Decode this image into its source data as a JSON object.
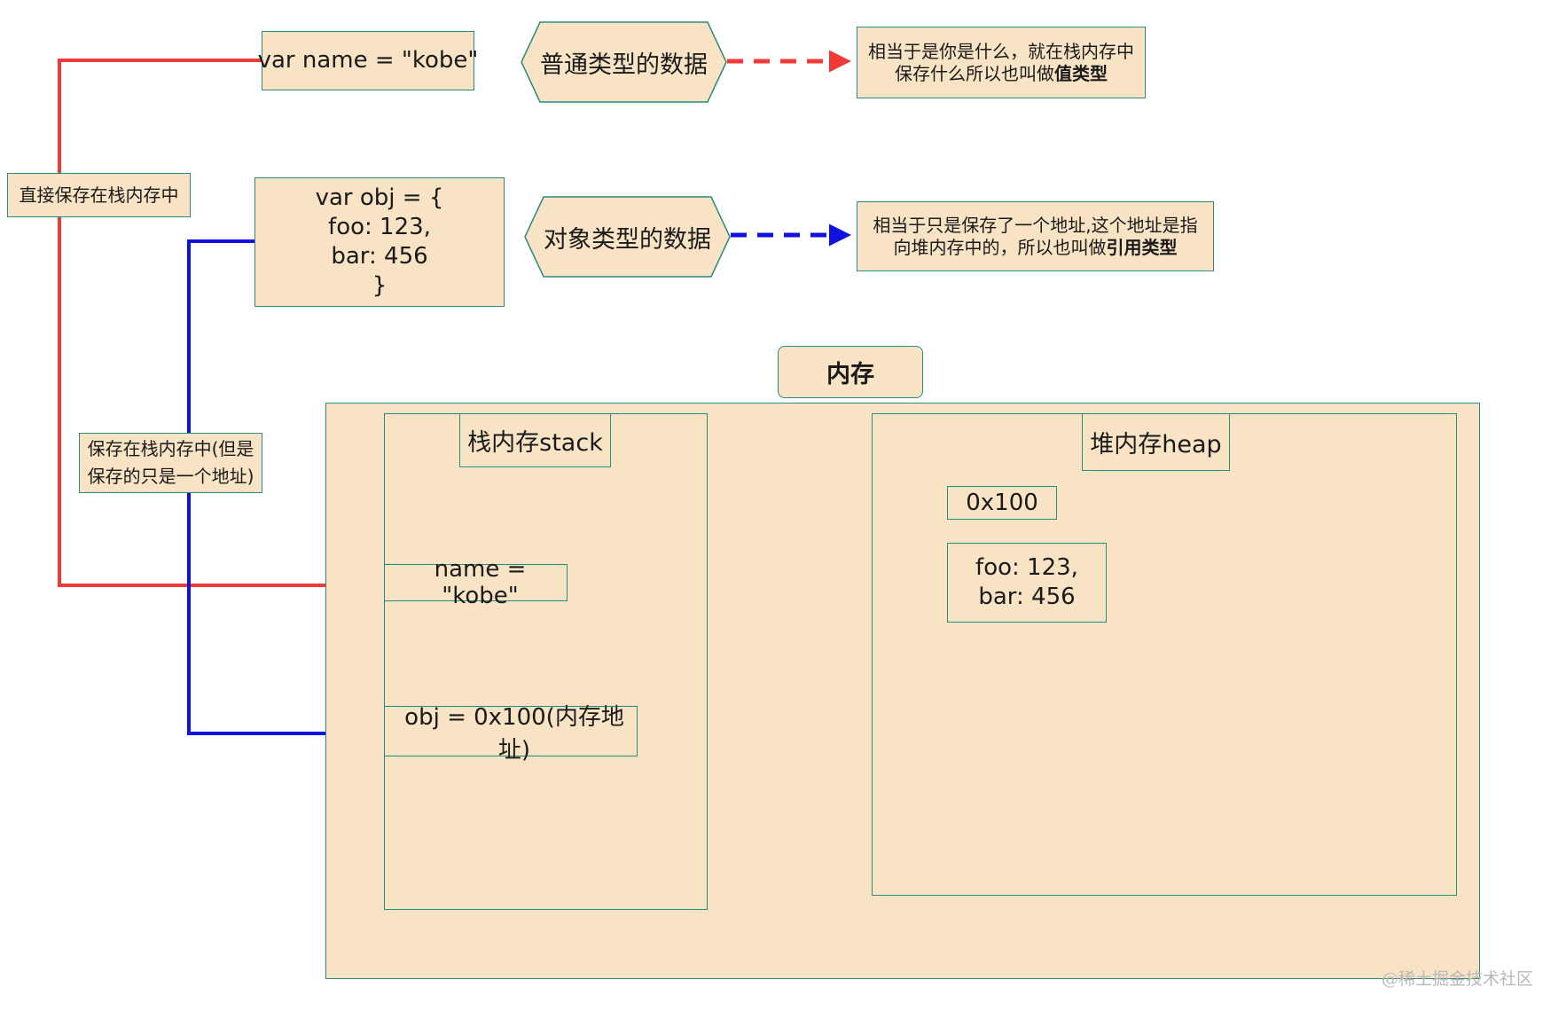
{
  "code": {
    "primitive": "var name = \"kobe\"",
    "object": "var obj = {\nfoo: 123,\nbar: 456\n}"
  },
  "hexagons": {
    "primitive": "普通类型的数据",
    "object": "对象类型的数据"
  },
  "notes": {
    "value_type_line1": "相当于是你是什么，就在栈内存中",
    "value_type_line2_prefix": "保存什么所以也叫做",
    "value_type_bold": "值类型",
    "reference_type_line1": "相当于只是保存了一个地址,这个地址是指",
    "reference_type_line2_prefix": "向堆内存中的，所以也叫做",
    "reference_type_bold": "引用类型"
  },
  "side_labels": {
    "direct": "直接保存在栈内存中",
    "address_line1": "保存在栈内存中(但是",
    "address_line2": "保存的只是一个地址)"
  },
  "memory": {
    "title": "内存",
    "stack_title": "栈内存stack",
    "heap_title": "堆内存heap",
    "stack_name": "name = \"kobe\"",
    "stack_obj": "obj = 0x100(内存地址)",
    "heap_address": "0x100",
    "heap_object": "foo: 123,\nbar: 456"
  },
  "colors": {
    "box_fill": "#f8e4c5",
    "box_border": "#2b8a7e",
    "red_arrow": "#f03a3a",
    "blue_arrow": "#1010e0"
  },
  "watermark": "@稀土掘金技术社区"
}
